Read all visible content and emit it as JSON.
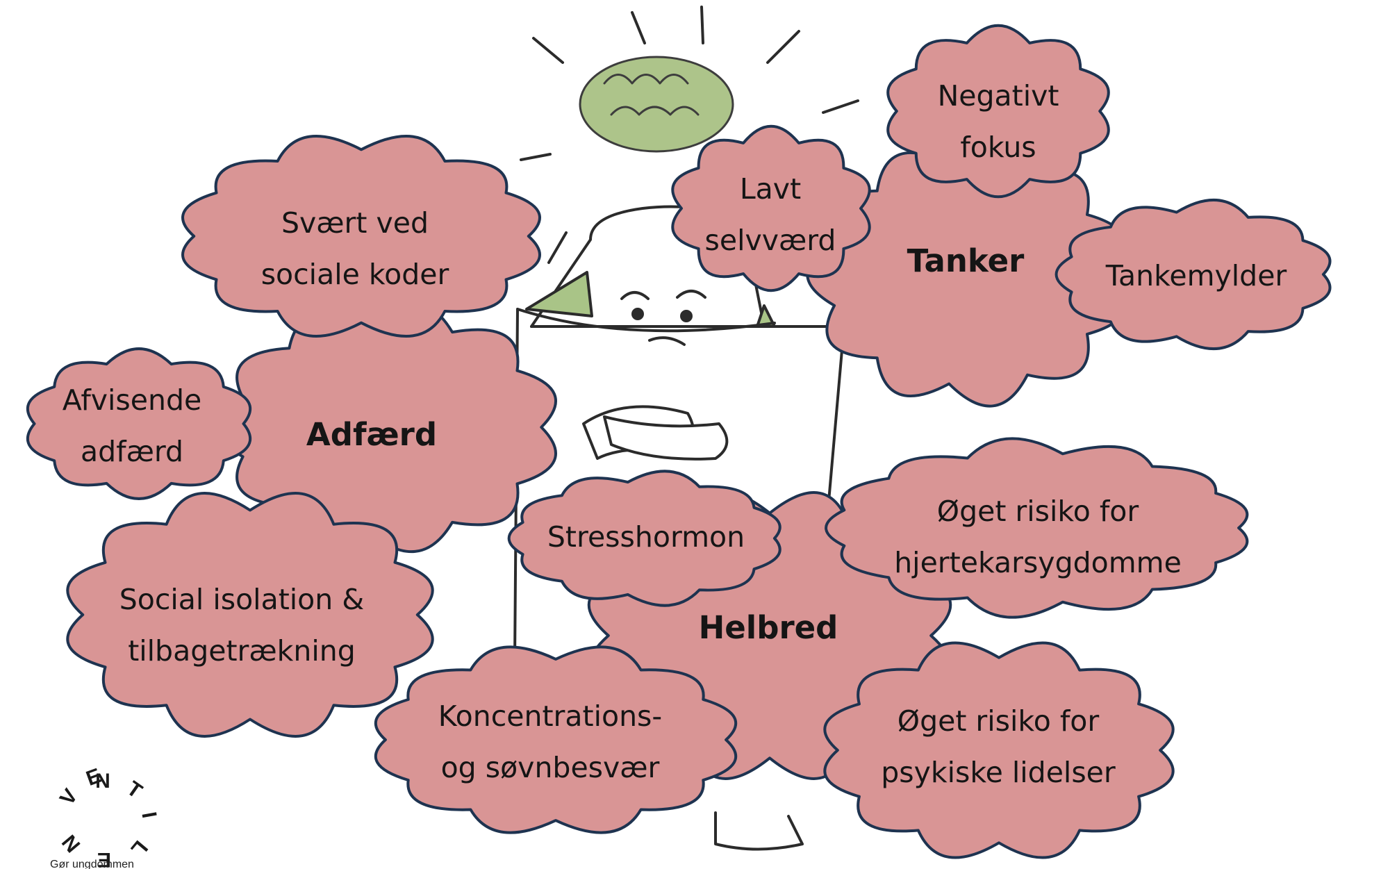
{
  "colors": {
    "cloud_fill": "#d99595",
    "cloud_stroke": "#1e3350",
    "brain": "#adc48a",
    "shirt_accent": "#a9c487",
    "text": "#151515"
  },
  "center_figure": "worried character with crossed arms and brain",
  "headings": {
    "thoughts": "Tanker",
    "behavior": "Adfærd",
    "health": "Helbred"
  },
  "thoughts": {
    "negative_focus": [
      "Negativt",
      "fokus"
    ],
    "low_self_worth": [
      "Lavt",
      "selvværd"
    ],
    "racing_thoughts": "Tankemylder"
  },
  "behavior": {
    "social_codes": [
      "Svært ved",
      "sociale koder"
    ],
    "dismissive": [
      "Afvisende",
      "adfærd"
    ],
    "isolation": [
      "Social isolation &",
      "tilbagetrækning"
    ]
  },
  "health": {
    "stress_hormone": "Stresshormon",
    "cardio_risk": [
      "Øget risiko for",
      "hjertekarsygdomme"
    ],
    "concentration_sleep": [
      "Koncentrations-",
      "og søvnbesvær"
    ],
    "mental_risk": [
      "Øget risiko for",
      "psykiske lidelser"
    ]
  },
  "logo": {
    "ring_letters": "VENTILEN",
    "tagline": "Gør ungdommen"
  }
}
